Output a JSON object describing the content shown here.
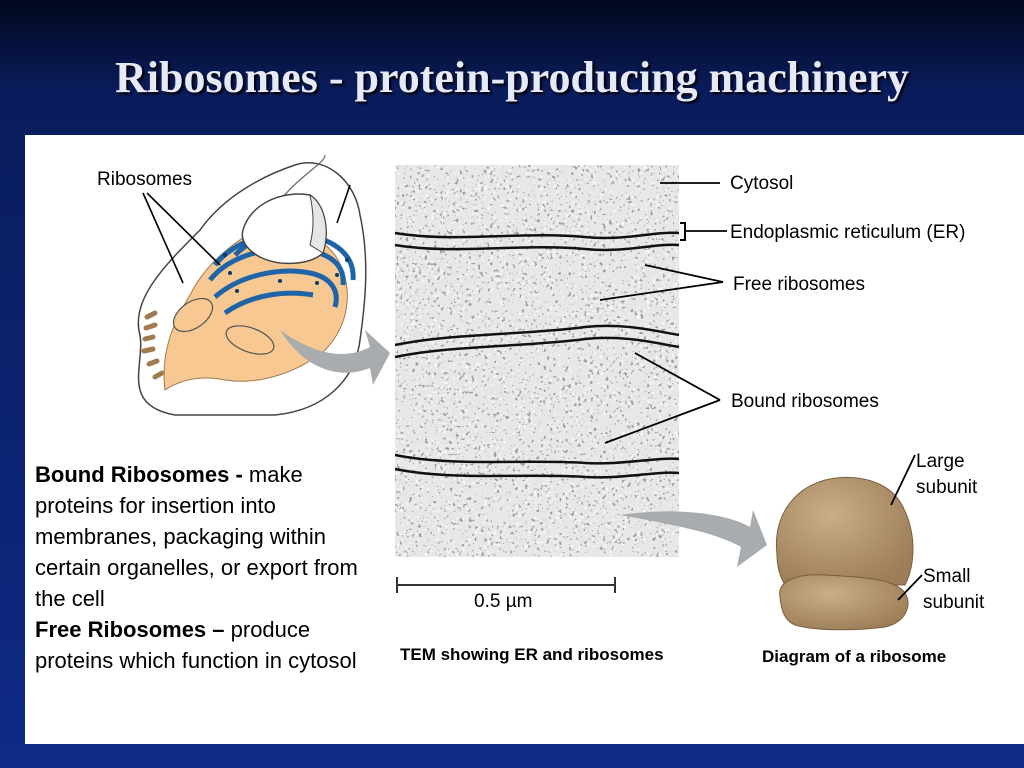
{
  "slide": {
    "title": "Ribosomes - protein-producing machinery",
    "theme": {
      "background_dark": "#02081e",
      "background_light": "#0e2a86",
      "title_color": "#e6e9f8"
    }
  },
  "cell_diagram": {
    "ribosomes_label": "Ribosomes",
    "colors": {
      "er": "#1f64a8",
      "cytoplasm": "#f7c891",
      "nucleus": "#ffffff"
    }
  },
  "micrograph": {
    "labels": {
      "cytosol": "Cytosol",
      "er": "Endoplasmic reticulum (ER)",
      "free_ribosomes": "Free ribosomes",
      "bound_ribosomes": "Bound ribosomes"
    },
    "scale_bar": "0.5 µm",
    "caption": "TEM showing ER and ribosomes"
  },
  "ribosome_diagram": {
    "large_subunit": "Large subunit",
    "small_subunit": "Small subunit",
    "caption": "Diagram of a ribosome",
    "color": "#b89a72"
  },
  "description": {
    "bound_title": "Bound Ribosomes -",
    "bound_text": " make proteins for insertion into membranes, packaging within certain organelles, or export from the cell",
    "free_title": "Free Ribosomes –",
    "free_text": " produce proteins which function in cytosol"
  }
}
